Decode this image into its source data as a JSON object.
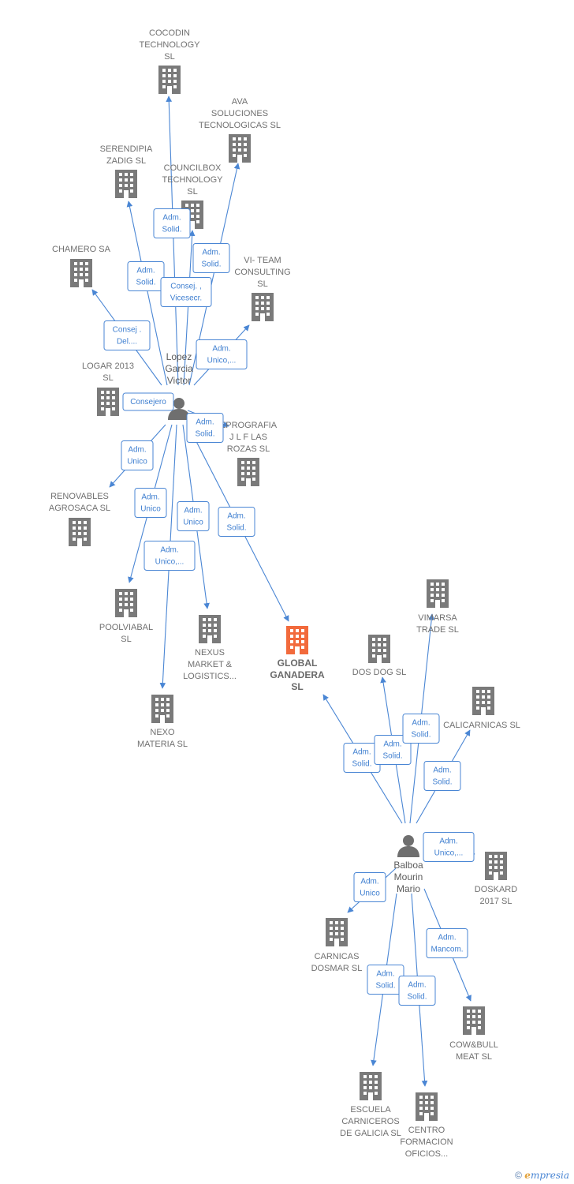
{
  "colors": {
    "edge": "#4a86d4",
    "company": "#7a7a7a",
    "focus_company": "#f26a3c",
    "person": "#6f6f6f",
    "label": "#707070"
  },
  "persons": [
    {
      "id": "lopez",
      "lines": [
        "Lopez",
        "Garcia",
        "Victor"
      ]
    },
    {
      "id": "balboa",
      "lines": [
        "Balboa",
        "Mourin",
        "Mario"
      ]
    }
  ],
  "companies": [
    {
      "id": "cocodin",
      "lines": [
        "COCODIN",
        "TECHNOLOGY",
        "SL"
      ]
    },
    {
      "id": "ava",
      "lines": [
        "AVA",
        "SOLUCIONES",
        "TECNOLOGICAS SL"
      ]
    },
    {
      "id": "serendipia",
      "lines": [
        "SERENDIPIA",
        "ZADIG  SL"
      ]
    },
    {
      "id": "councilbox",
      "lines": [
        "COUNCILBOX",
        "TECHNOLOGY",
        "SL"
      ]
    },
    {
      "id": "chamero",
      "lines": [
        "CHAMERO SA"
      ]
    },
    {
      "id": "viteam",
      "lines": [
        "VI- TEAM",
        "CONSULTING",
        "SL"
      ]
    },
    {
      "id": "logar",
      "lines": [
        "LOGAR 2013",
        "SL"
      ]
    },
    {
      "id": "eprografia",
      "lines": [
        "EPROGRAFIA",
        "J L F LAS",
        "ROZAS SL"
      ]
    },
    {
      "id": "renovables",
      "lines": [
        "RENOVABLES",
        "AGROSACA  SL"
      ]
    },
    {
      "id": "poolviabal",
      "lines": [
        "POOLVIABAL",
        "SL"
      ]
    },
    {
      "id": "nexus",
      "lines": [
        "NEXUS",
        "MARKET &",
        "LOGISTICS..."
      ]
    },
    {
      "id": "global",
      "lines": [
        "GLOBAL",
        "GANADERA",
        "SL"
      ],
      "focus": true
    },
    {
      "id": "nexo",
      "lines": [
        "NEXO",
        "MATERIA SL"
      ]
    },
    {
      "id": "vimarsa",
      "lines": [
        "VIMARSA",
        "TRADE SL"
      ]
    },
    {
      "id": "dosdog",
      "lines": [
        "DOS DOG  SL"
      ]
    },
    {
      "id": "calicarnicas",
      "lines": [
        "CALICARNICAS SL"
      ]
    },
    {
      "id": "doskard",
      "lines": [
        "DOSKARD",
        "2017  SL"
      ]
    },
    {
      "id": "carnicas",
      "lines": [
        "CARNICAS",
        "DOSMAR SL"
      ]
    },
    {
      "id": "cowbull",
      "lines": [
        "COW&BULL",
        "MEAT  SL"
      ]
    },
    {
      "id": "escuela",
      "lines": [
        "ESCUELA",
        "CARNICEROS",
        "DE GALICIA  SL"
      ]
    },
    {
      "id": "centro",
      "lines": [
        "CENTRO",
        "FORMACION",
        "OFICIOS..."
      ]
    }
  ],
  "edges": [
    {
      "from": "lopez",
      "to": "cocodin",
      "label": [
        "Adm.",
        "Solid."
      ]
    },
    {
      "from": "lopez",
      "to": "ava",
      "label": [
        "Adm.",
        "Solid."
      ]
    },
    {
      "from": "lopez",
      "to": "serendipia",
      "label": [
        "Adm.",
        "Solid."
      ]
    },
    {
      "from": "lopez",
      "to": "councilbox",
      "label": [
        "Consej. ,",
        "Vicesecr."
      ]
    },
    {
      "from": "lopez",
      "to": "chamero",
      "label": [
        "Consej .",
        "Del...."
      ]
    },
    {
      "from": "lopez",
      "to": "viteam",
      "label": [
        "Adm.",
        "Unico,..."
      ]
    },
    {
      "from": "lopez",
      "to": "logar",
      "label": [
        "Consejero"
      ]
    },
    {
      "from": "lopez",
      "to": "eprografia",
      "label": [
        "Adm.",
        "Solid."
      ]
    },
    {
      "from": "lopez",
      "to": "renovables",
      "label": [
        "Adm.",
        "Unico"
      ]
    },
    {
      "from": "lopez",
      "to": "poolviabal",
      "label": [
        "Adm.",
        "Unico"
      ]
    },
    {
      "from": "lopez",
      "to": "nexus",
      "label": [
        "Adm.",
        "Unico"
      ]
    },
    {
      "from": "lopez",
      "to": "nexo",
      "label": [
        "Adm.",
        "Unico,..."
      ]
    },
    {
      "from": "lopez",
      "to": "global",
      "label": [
        "Adm.",
        "Solid."
      ]
    },
    {
      "from": "balboa",
      "to": "global",
      "label": [
        "Adm.",
        "Solid."
      ]
    },
    {
      "from": "balboa",
      "to": "dosdog",
      "label": [
        "Adm.",
        "Solid."
      ]
    },
    {
      "from": "balboa",
      "to": "vimarsa",
      "label": [
        "Adm.",
        "Solid."
      ]
    },
    {
      "from": "balboa",
      "to": "calicarnicas",
      "label": [
        "Adm.",
        "Solid."
      ]
    },
    {
      "from": "balboa",
      "to": "doskard",
      "label": [
        "Adm.",
        "Unico,..."
      ]
    },
    {
      "from": "balboa",
      "to": "carnicas",
      "label": [
        "Adm.",
        "Unico"
      ]
    },
    {
      "from": "balboa",
      "to": "cowbull",
      "label": [
        "Adm.",
        "Mancom."
      ]
    },
    {
      "from": "balboa",
      "to": "escuela",
      "label": [
        "Adm.",
        "Solid."
      ]
    },
    {
      "from": "balboa",
      "to": "centro",
      "label": [
        "Adm.",
        "Solid."
      ]
    }
  ],
  "footer": {
    "copyright": "©",
    "brand_initial": "e",
    "brand_rest": "mpresia"
  }
}
